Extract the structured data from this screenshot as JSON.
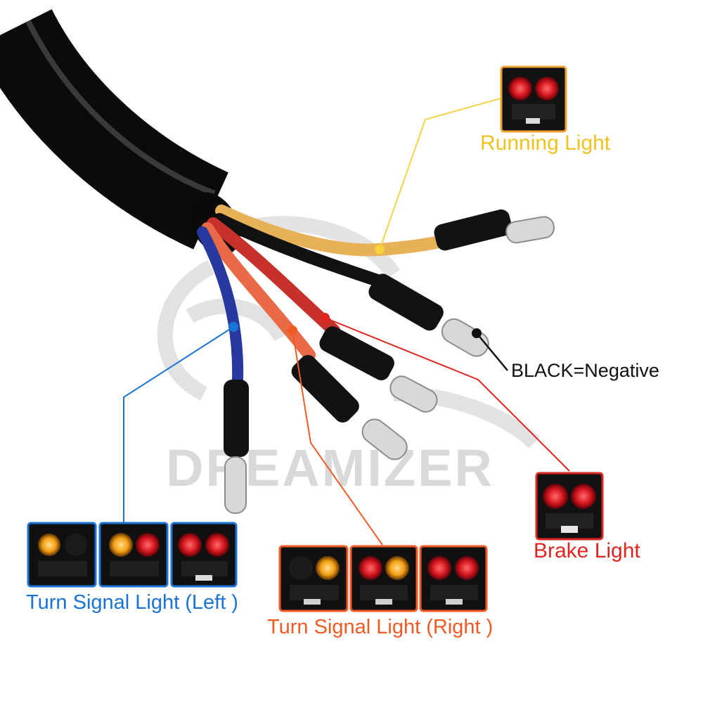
{
  "labels": {
    "running_light": "Running Light",
    "black_negative": "BLACK=Negative",
    "brake_light": "Brake Light",
    "turn_left": "Turn Signal Light (Left )",
    "turn_right": "Turn Signal Light (Right )"
  },
  "watermark": "DREAMIZER",
  "colors": {
    "running": "#f0c21f",
    "negative": "#111111",
    "brake": "#e02620",
    "turn_left": "#1a73d6",
    "turn_right": "#ef5a25",
    "amber_led": "#f6a623",
    "red_led": "#e5202a"
  },
  "wires": [
    {
      "name": "yellow-wire",
      "color": "#e7b257"
    },
    {
      "name": "black-wire",
      "color": "#1a1a1a"
    },
    {
      "name": "red-wire",
      "color": "#c8312b"
    },
    {
      "name": "orange-wire",
      "color": "#ea6a48"
    },
    {
      "name": "blue-wire",
      "color": "#27399e"
    }
  ]
}
